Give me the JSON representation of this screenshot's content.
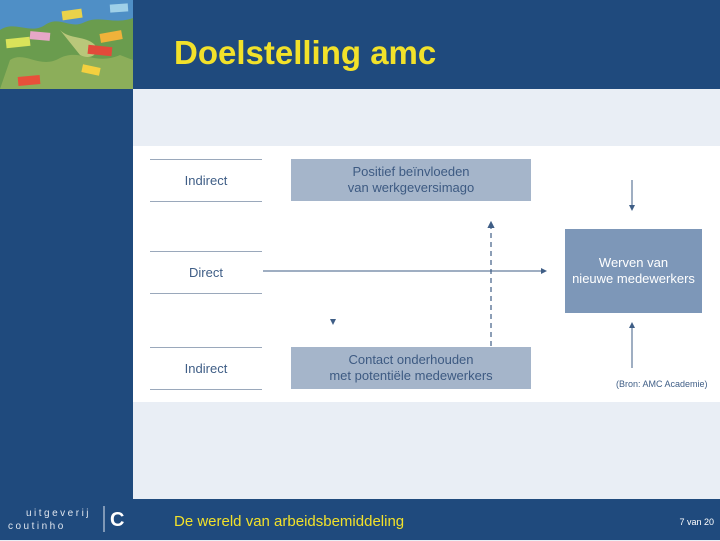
{
  "title": "Doelstelling amc",
  "diagram": {
    "indirect_top": "Indirect",
    "direct": "Direct",
    "indirect_bottom": "Indirect",
    "image_box_line1": "Positief beïnvloeden",
    "image_box_line2": "van werkgeversimago",
    "contact_box_line1": "Contact onderhouden",
    "contact_box_line2": "met potentiële medewerkers",
    "target_line1": "Werven van",
    "target_line2": "nieuwe medewerkers",
    "source": "(Bron: AMC Academie)"
  },
  "footer": {
    "text": "De wereld van arbeidsbemiddeling",
    "page": "7 van 20",
    "logo_line1": "uitgeverij",
    "logo_line2": "coutinho",
    "logo_letter": "C"
  },
  "colors": {
    "brand_blue": "#1f4a7d",
    "title_yellow": "#f2e12a",
    "box_light": "#a5b5ca",
    "box_target": "#7d97b8"
  }
}
